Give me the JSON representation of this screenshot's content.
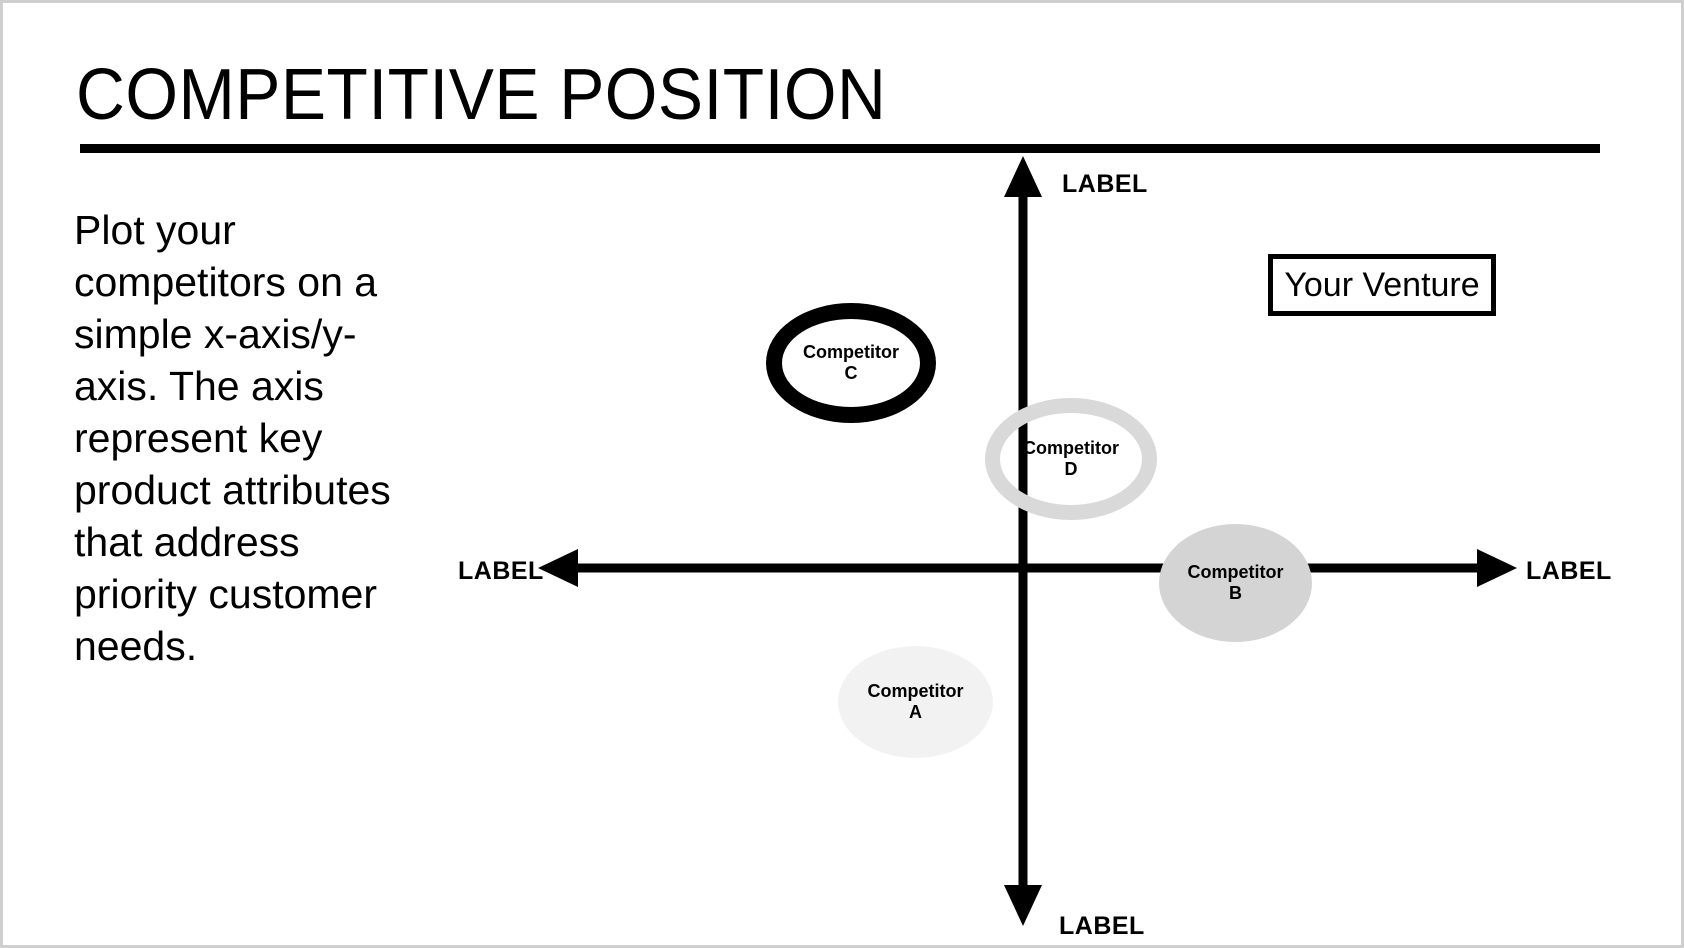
{
  "slide": {
    "title": "COMPETITIVE POSITION",
    "body_text": "Plot your competitors on a simple x-axis/y-axis. The axis represent key product attributes that address priority customer needs.",
    "venture_legend": "Your Venture",
    "background_color": "#ffffff",
    "accent_color": "#000000"
  },
  "chart_data": {
    "type": "scatter",
    "title": "COMPETITIVE POSITION",
    "xlabel": "LABEL",
    "ylabel": "LABEL",
    "axis_labels": {
      "top": "LABEL",
      "right": "LABEL",
      "bottom": "LABEL",
      "left": "LABEL"
    },
    "xlim": [
      -1,
      1
    ],
    "ylim": [
      -1,
      1
    ],
    "grid": false,
    "legend": {
      "position": "top-right",
      "entries": [
        "Your Venture"
      ]
    },
    "points": [
      {
        "name": "Competitor C",
        "label_line1": "Competitor",
        "label_line2": "C",
        "x": -0.37,
        "y": 0.56,
        "size": 170,
        "fill": "#ffffff",
        "stroke": "#000000",
        "stroke_width": 16
      },
      {
        "name": "Competitor D",
        "label_line1": "Competitor",
        "label_line2": "D",
        "x": 0.11,
        "y": 0.29,
        "size": 172,
        "fill": "none",
        "stroke": "#d9d9d9",
        "stroke_width": 15
      },
      {
        "name": "Competitor B",
        "label_line1": "Competitor",
        "label_line2": "B",
        "x": 0.42,
        "y": -0.02,
        "size": 153,
        "fill": "#d4d4d4",
        "stroke": "none",
        "stroke_width": 0
      },
      {
        "name": "Competitor A",
        "label_line1": "Competitor",
        "label_line2": "A",
        "x": -0.23,
        "y": -0.31,
        "size": 155,
        "fill": "#f2f2f2",
        "stroke": "none",
        "stroke_width": 0
      }
    ]
  }
}
